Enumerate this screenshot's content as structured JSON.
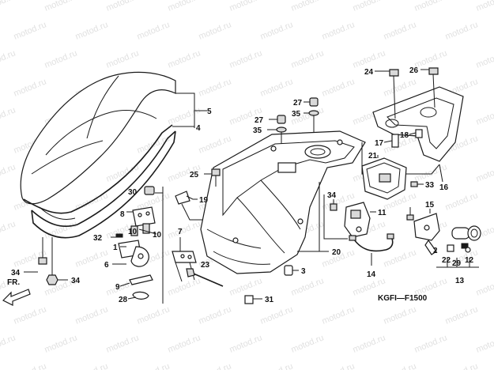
{
  "watermark": "motod.ru",
  "diagram_code": "KGFI—F1500",
  "front_arrow_label": "FR.",
  "part_numbers": {
    "p1": "1",
    "p2": "2",
    "p3": "3",
    "p4": "4",
    "p5": "5",
    "p6": "6",
    "p7": "7",
    "p8": "8",
    "p9": "9",
    "p10": "10",
    "p11": "11",
    "p12": "12",
    "p13": "13",
    "p14": "14",
    "p15": "15",
    "p16": "16",
    "p17": "17",
    "p18": "18",
    "p19": "19",
    "p20": "20",
    "p21": "21",
    "p22": "22",
    "p23": "23",
    "p24": "24",
    "p25": "25",
    "p26": "26",
    "p27a": "27",
    "p27b": "27",
    "p28": "28",
    "p29": "29",
    "p30": "30",
    "p31": "31",
    "p32": "32",
    "p33": "33",
    "p34a": "34",
    "p34b": "34",
    "p34c": "34",
    "p35a": "35",
    "p35b": "35"
  }
}
